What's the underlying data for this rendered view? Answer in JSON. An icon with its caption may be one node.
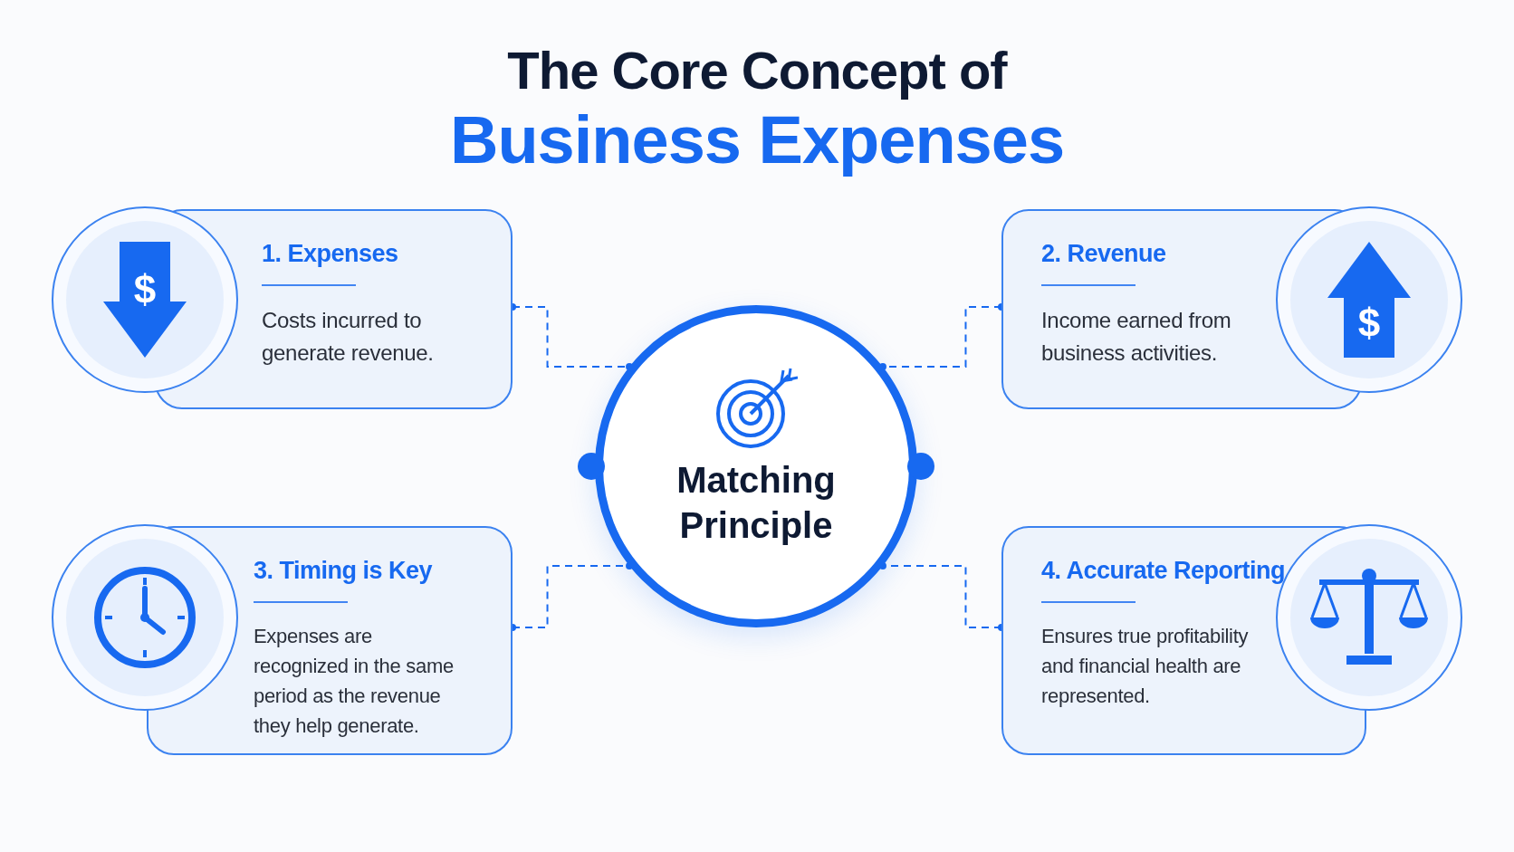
{
  "diagram": {
    "title": "The Core Concept of",
    "labels": [
      "Business Expenses",
      "$",
      "$"
    ],
    "nodes": [
      {
        "text": [
          "Matching Principle"
        ]
      },
      {
        "text": [
          "1. Expenses",
          "Costs incurred to generate revenue."
        ]
      },
      {
        "text": [
          "2. Revenue",
          "Income earned from business activities."
        ]
      },
      {
        "text": [
          "3. Timing is Key",
          "Expenses are recognized in the same period as the revenue they help generate."
        ]
      },
      {
        "text": [
          "4. Accurate Reporting",
          "Ensures true profitability and financial health are represented."
        ]
      }
    ],
    "edges": [
      {
        "from": 1,
        "to": 0,
        "arrow": "other",
        "style": "dashed"
      },
      {
        "from": 2,
        "to": 0,
        "arrow": "other",
        "style": "dashed"
      },
      {
        "from": 3,
        "to": 0,
        "arrow": "other",
        "style": "dashed"
      },
      {
        "from": 4,
        "to": 0,
        "arrow": "other",
        "style": "dashed"
      }
    ]
  }
}
